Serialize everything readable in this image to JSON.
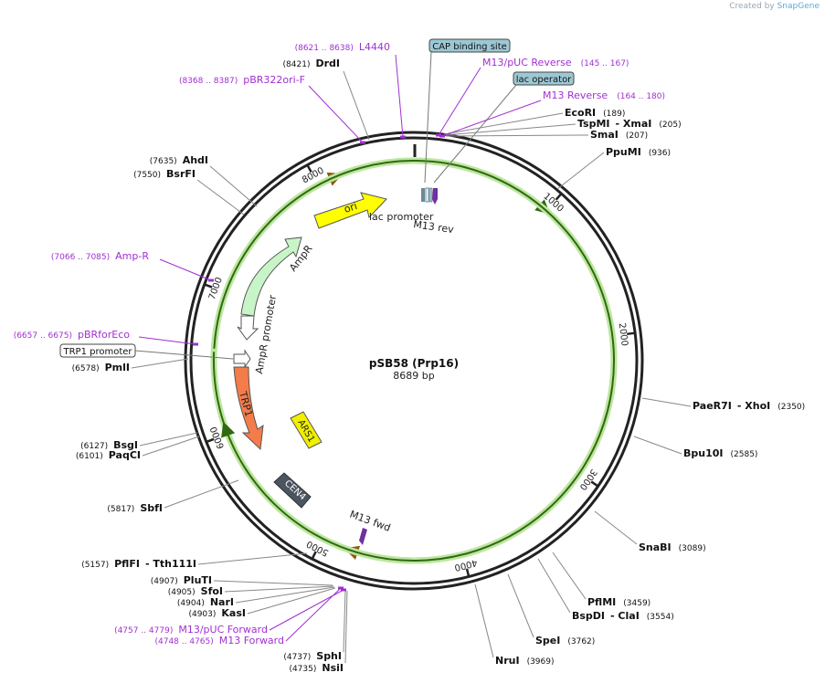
{
  "branding": {
    "created_by": "Created by",
    "app": "SnapGene"
  },
  "plasmid": {
    "name": "pSB58 (Prp16)",
    "size_label": "8689 bp",
    "length": 8689
  },
  "colors": {
    "enzyme": "#111111",
    "primer": "#a030d0",
    "backbone": "#222222",
    "ori": "#ffff00",
    "ampr": "#c8f5c8",
    "trp1": "#f47c4a",
    "cen4": "#4a5560",
    "ars1": "#f0f000",
    "promoter": "#ffffff",
    "lac_box": "#9cc8d4",
    "orf_orange": "#e89020",
    "orf_green": "#60b030"
  },
  "ticks": [
    "1000",
    "2000",
    "3000",
    "4000",
    "5000",
    "6000",
    "7000",
    "8000"
  ],
  "enzymes": [
    {
      "pos": "(189)",
      "name": "EcoRI",
      "name2": ""
    },
    {
      "pos": "(205)",
      "name": "TspMI",
      "name2": "- XmaI"
    },
    {
      "pos": "(207)",
      "name": "SmaI",
      "name2": ""
    },
    {
      "pos": "(936)",
      "name": "PpuMI",
      "name2": ""
    },
    {
      "pos": "(2350)",
      "name": "PaeR7I",
      "name2": "- XhoI"
    },
    {
      "pos": "(2585)",
      "name": "Bpu10I",
      "name2": ""
    },
    {
      "pos": "(3089)",
      "name": "SnaBI",
      "name2": ""
    },
    {
      "pos": "(3459)",
      "name": "PflMI",
      "name2": ""
    },
    {
      "pos": "(3554)",
      "name": "BspDI",
      "name2": "- ClaI"
    },
    {
      "pos": "(3762)",
      "name": "SpeI",
      "name2": ""
    },
    {
      "pos": "(3969)",
      "name": "NruI",
      "name2": ""
    },
    {
      "pos": "(4735)",
      "name": "NsiI",
      "name2": ""
    },
    {
      "pos": "(4737)",
      "name": "SphI",
      "name2": ""
    },
    {
      "pos": "(4903)",
      "name": "KasI",
      "name2": ""
    },
    {
      "pos": "(4904)",
      "name": "NarI",
      "name2": ""
    },
    {
      "pos": "(4905)",
      "name": "SfoI",
      "name2": ""
    },
    {
      "pos": "(4907)",
      "name": "PluTI",
      "name2": ""
    },
    {
      "pos": "(5157)",
      "name": "PflFI",
      "name2": "- Tth111I"
    },
    {
      "pos": "(5817)",
      "name": "SbfI",
      "name2": ""
    },
    {
      "pos": "(6101)",
      "name": "PaqCI",
      "name2": ""
    },
    {
      "pos": "(6127)",
      "name": "BsgI",
      "name2": ""
    },
    {
      "pos": "(6578)",
      "name": "PmlI",
      "name2": ""
    },
    {
      "pos": "(7550)",
      "name": "BsrFI",
      "name2": ""
    },
    {
      "pos": "(7635)",
      "name": "AhdI",
      "name2": ""
    },
    {
      "pos": "(8421)",
      "name": "DrdI",
      "name2": ""
    }
  ],
  "primers": [
    {
      "range": "(145 .. 167)",
      "name": "M13/pUC Reverse"
    },
    {
      "range": "(164 .. 180)",
      "name": "M13 Reverse"
    },
    {
      "range": "(4757 .. 4779)",
      "name": "M13/pUC Forward"
    },
    {
      "range": "(4748 .. 4765)",
      "name": "M13 Forward"
    },
    {
      "range": "(7066 .. 7085)",
      "name": "Amp-R"
    },
    {
      "range": "(6657 .. 6675)",
      "name": "pBRforEco"
    },
    {
      "range": "(8368 .. 8387)",
      "name": "pBR322ori-F"
    },
    {
      "range": "(8621 .. 8638)",
      "name": "L4440"
    }
  ],
  "boxed_features": [
    {
      "name": "CAP binding site"
    },
    {
      "name": "lac operator"
    },
    {
      "name": "TRP1 promoter"
    }
  ],
  "features": [
    {
      "name": "ori"
    },
    {
      "name": "AmpR"
    },
    {
      "name": "AmpR promoter"
    },
    {
      "name": "TRP1"
    },
    {
      "name": "ARS1"
    },
    {
      "name": "CEN4"
    },
    {
      "name": "lac promoter"
    },
    {
      "name": "M13 rev"
    },
    {
      "name": "M13 fwd"
    }
  ]
}
